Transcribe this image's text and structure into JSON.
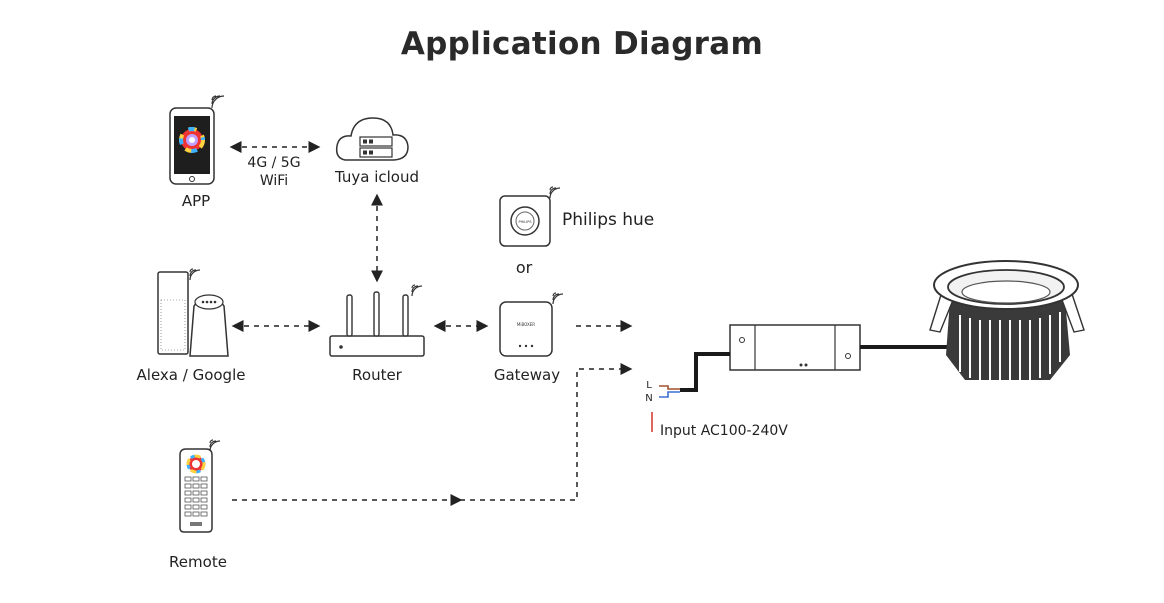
{
  "title": "Application Diagram",
  "nodes": {
    "app": "APP",
    "cloud": "Tuya icloud",
    "philips": "Philips hue",
    "or": "or",
    "alexa": "Alexa / Google",
    "router": "Router",
    "gateway": "Gateway",
    "remote": "Remote"
  },
  "link_app_cloud": [
    "4G / 5G",
    "WiFi"
  ],
  "input_label": "Input AC100-240V",
  "terminal_l": "L",
  "terminal_n": "N",
  "gateway_brand": "MiBOXER",
  "philips_brand": "PHILIPS",
  "colors": {
    "line": "#222222",
    "input_mark": "#d0342c",
    "wire_brown": "#a0522d",
    "wire_blue": "#3b6fd1"
  }
}
